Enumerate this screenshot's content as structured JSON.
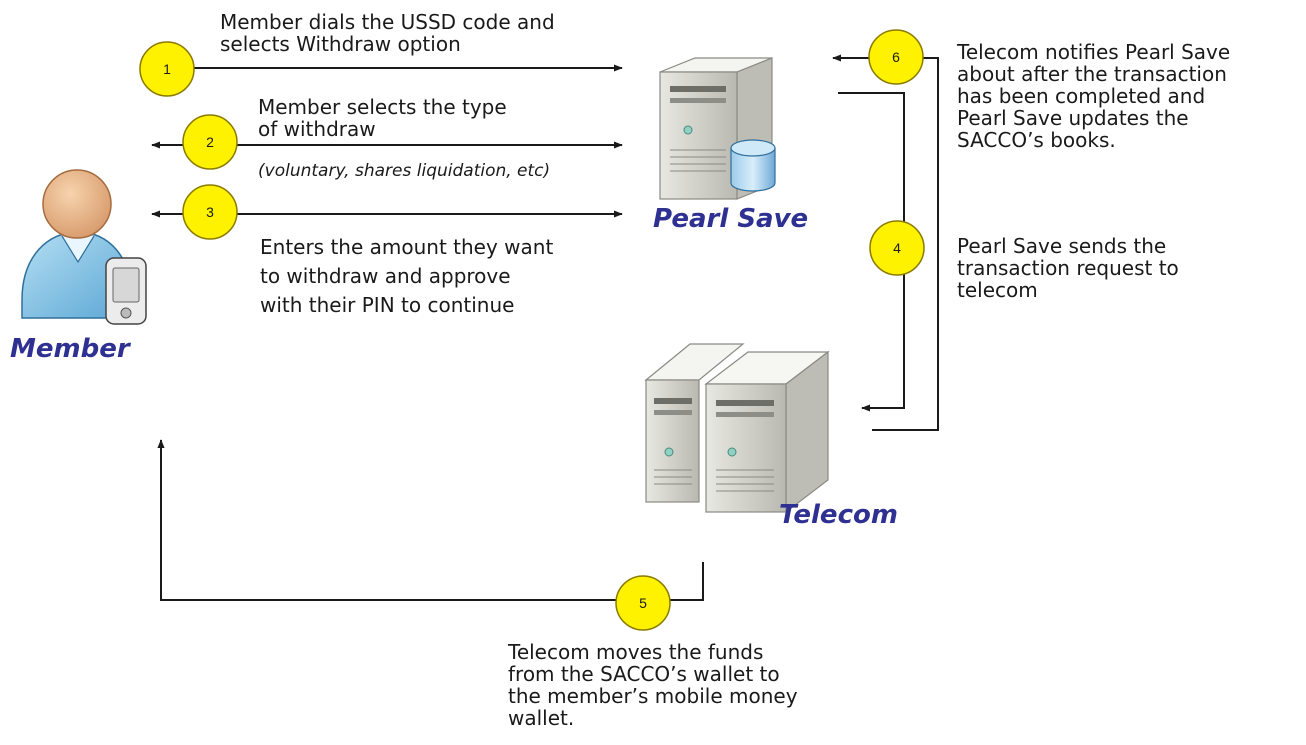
{
  "colors": {
    "badge_fill": "#FFF200",
    "badge_stroke": "#8a7a00",
    "label_color": "#2E3192",
    "line_color": "#1a1a1a"
  },
  "actors": {
    "member": {
      "label": "Member",
      "icon": "user-with-phone-icon"
    },
    "pearl_save": {
      "label": "Pearl Save",
      "icon": "server-with-database-icon"
    },
    "telecom": {
      "label": "Telecom",
      "icon": "server-pair-icon"
    }
  },
  "steps": [
    {
      "number": "1",
      "lines": [
        "Member dials the USSD code and",
        "selects Withdraw option"
      ]
    },
    {
      "number": "2",
      "lines": [
        "Member selects the type",
        "of withdraw"
      ],
      "note": "(voluntary, shares liquidation, etc)"
    },
    {
      "number": "3",
      "lines": [
        "Enters the amount they want",
        "to withdraw and approve",
        "with their PIN to continue"
      ]
    },
    {
      "number": "4",
      "lines": [
        "Pearl Save sends the",
        "transaction request to",
        "telecom"
      ]
    },
    {
      "number": "5",
      "lines": [
        "Telecom moves the funds",
        "from the SACCO’s wallet to",
        "the member’s mobile money",
        "wallet."
      ]
    },
    {
      "number": "6",
      "lines": [
        "Telecom notifies Pearl Save",
        "about after the transaction",
        "has been completed and",
        "Pearl Save updates the",
        "SACCO’s books."
      ]
    }
  ]
}
